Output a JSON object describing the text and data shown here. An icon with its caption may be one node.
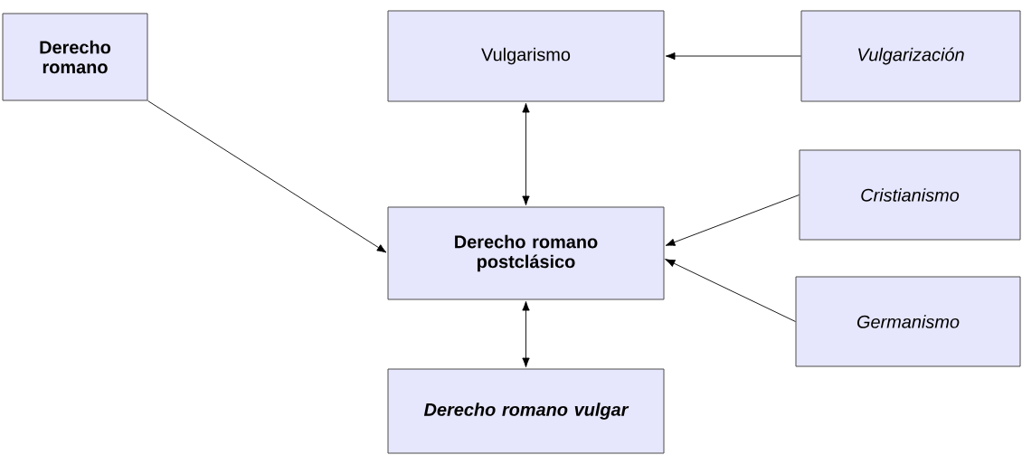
{
  "diagram": {
    "nodes": [
      {
        "text": [
          "Derecho romano"
        ]
      },
      {
        "text": [
          "Vulgarismo"
        ]
      },
      {
        "text": [
          "Vulgarización"
        ]
      },
      {
        "text": [
          "Derecho romano postclásico"
        ]
      },
      {
        "text": [
          "Cristianismo"
        ]
      },
      {
        "text": [
          "Germanismo"
        ]
      },
      {
        "text": [
          "Derecho romano vulgar"
        ]
      }
    ],
    "edges": [
      {
        "from": 0,
        "to": 3,
        "arrow": "to"
      },
      {
        "from": 2,
        "to": 1,
        "arrow": "to"
      },
      {
        "from": 1,
        "to": 3,
        "arrow": "both"
      },
      {
        "from": 3,
        "to": 6,
        "arrow": "both"
      },
      {
        "from": 4,
        "to": 3,
        "arrow": "to"
      },
      {
        "from": 5,
        "to": 3,
        "arrow": "to"
      }
    ]
  }
}
